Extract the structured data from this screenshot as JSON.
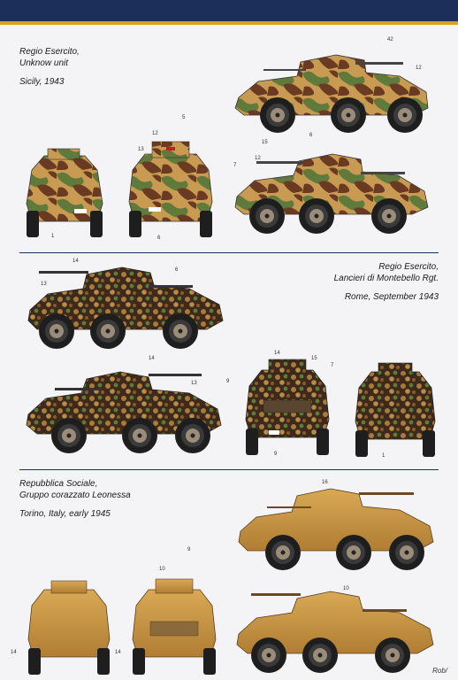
{
  "colors": {
    "header": "#1b2f5a",
    "accent": "#d8a21f",
    "camo_sand": "#c89a52",
    "camo_green": "#5f7a3a",
    "camo_brown": "#6b3a22",
    "rsi_sand": "#c9963f"
  },
  "sections": [
    {
      "caption": [
        "Regio Esercito,",
        "Unknow unit",
        "Sicily, 1943"
      ]
    },
    {
      "caption": [
        "Regio Esercito,",
        "Lancieri di Montebello Rgt.",
        "Rome, September 1943"
      ]
    },
    {
      "caption": [
        "Repubblica Sociale,",
        "Gruppo corazzato Leonessa",
        "Torino, Italy, early 1945"
      ]
    }
  ],
  "callouts": {
    "s1_side_top": [
      "42",
      "12"
    ],
    "s1_front": [
      "1"
    ],
    "s1_rear": [
      "12",
      "13",
      "5",
      "6"
    ],
    "s1_side_bottom": [
      "15",
      "12",
      "6",
      "7"
    ],
    "s2_side_top": [
      "14",
      "13",
      "6"
    ],
    "s2_side_bottom": [
      "14",
      "13",
      "9"
    ],
    "s2_rear": [
      "14",
      "15",
      "7",
      "9"
    ],
    "s2_front": [
      "1"
    ],
    "s3_side_top": [
      "16"
    ],
    "s3_front": [
      "14",
      "14"
    ],
    "s3_rear": [
      "10",
      "9"
    ],
    "s3_side_bottom": [
      "10"
    ]
  },
  "signature": "Rob/"
}
